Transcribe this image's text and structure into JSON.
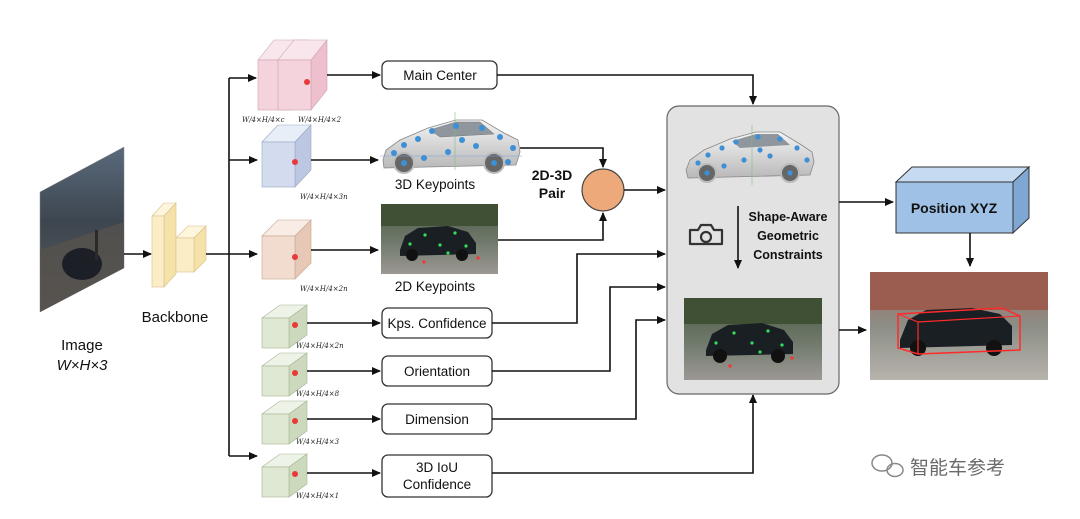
{
  "input": {
    "title": "Image",
    "dims": "W×H×3"
  },
  "backbone": {
    "label": "Backbone"
  },
  "heads": {
    "main_center": "Main Center",
    "kp3d": "3D Keypoints",
    "kp2d": "2D Keypoints",
    "kps_conf": "Kps. Confidence",
    "orientation": "Orientation",
    "dimension": "Dimension",
    "iou_line1": "3D IoU",
    "iou_line2": "Confidence"
  },
  "shapes": {
    "main_a": "W/4×H/4×c",
    "main_b": "W/4×H/4×2",
    "kp3d": "W/4×H/4×3n",
    "kp2d": "W/4×H/4×2n",
    "kps_conf": "W/4×H/4×2n",
    "orientation": "W/4×H/4×8",
    "dimension": "W/4×H/4×3",
    "iou": "W/4×H/4×1"
  },
  "pair": {
    "line1": "2D-3D",
    "line2": "Pair"
  },
  "constraints": {
    "line1": "Shape-Aware",
    "line2": "Geometric",
    "line3": "Constraints"
  },
  "output": {
    "label": "Position XYZ"
  },
  "watermark": "智能车参考",
  "icons": {
    "camera": "camera-icon",
    "wechat": "wechat-icon"
  },
  "colors": {
    "main_center_block": "#f4d3dc",
    "kp3d_block": "#d3dcee",
    "kp2d_block": "#f1dccf",
    "small_head_block": "#dfe8d3",
    "backbone": "#fbeec6",
    "pair_node": "#eea97b",
    "panel": "#e2e2e2",
    "position_box": "#9fc1e6",
    "feature_dot": "#e83a3a"
  }
}
